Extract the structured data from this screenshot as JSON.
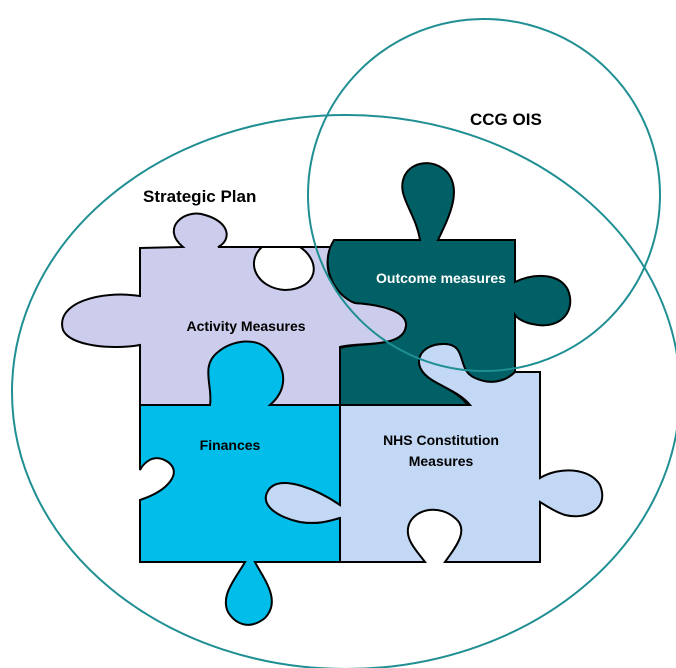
{
  "labels": {
    "strategic_plan": "Strategic Plan",
    "ccg_ois": "CCG OIS",
    "activity": "Activity Measures",
    "outcome": "Outcome measures",
    "finances": "Finances",
    "nhs_line1": "NHS Constitution",
    "nhs_line2": "Measures"
  },
  "colors": {
    "circle_outline": "#1f8f93",
    "activity_fill": "#ccccec",
    "outcome_fill": "#006066",
    "finances_fill": "#00bde9",
    "nhs_fill": "#c3d8f4",
    "piece_outline": "#000000"
  }
}
